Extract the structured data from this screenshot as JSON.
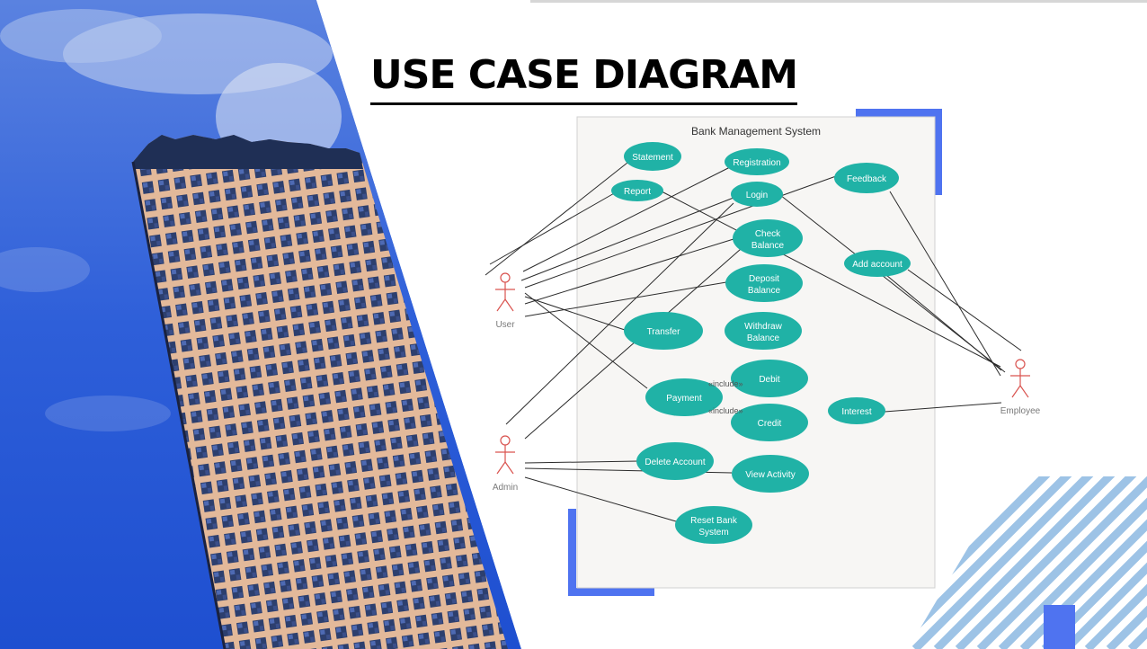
{
  "slide": {
    "title": "USE CASE DIAGRAM"
  },
  "diagram": {
    "system_title": "Bank Management System",
    "actors": {
      "user": "User",
      "admin": "Admin",
      "employee": "Employee"
    },
    "use_cases": {
      "statement": "Statement",
      "registration": "Registration",
      "report": "Report",
      "login": "Login",
      "feedback": "Feedback",
      "check_balance": [
        "Check",
        "Balance"
      ],
      "add_account": "Add account",
      "deposit_balance": [
        "Deposit",
        "Balance"
      ],
      "transfer": "Transfer",
      "withdraw_balance": [
        "Withdraw",
        "Balance"
      ],
      "debit": "Debit",
      "payment": "Payment",
      "credit": "Credit",
      "interest": "Interest",
      "delete_account": "Delete Account",
      "view_activity": "View Activity",
      "reset_bank_system": [
        "Reset Bank",
        "System"
      ]
    },
    "stereotypes": {
      "include_1": "«include»",
      "include_2": "«include»"
    },
    "colors": {
      "use_case_fill": "#20b2a6",
      "actor_stroke": "#d9534f",
      "accent": "#4f73f0",
      "stripes": "#9dc3e6"
    }
  }
}
